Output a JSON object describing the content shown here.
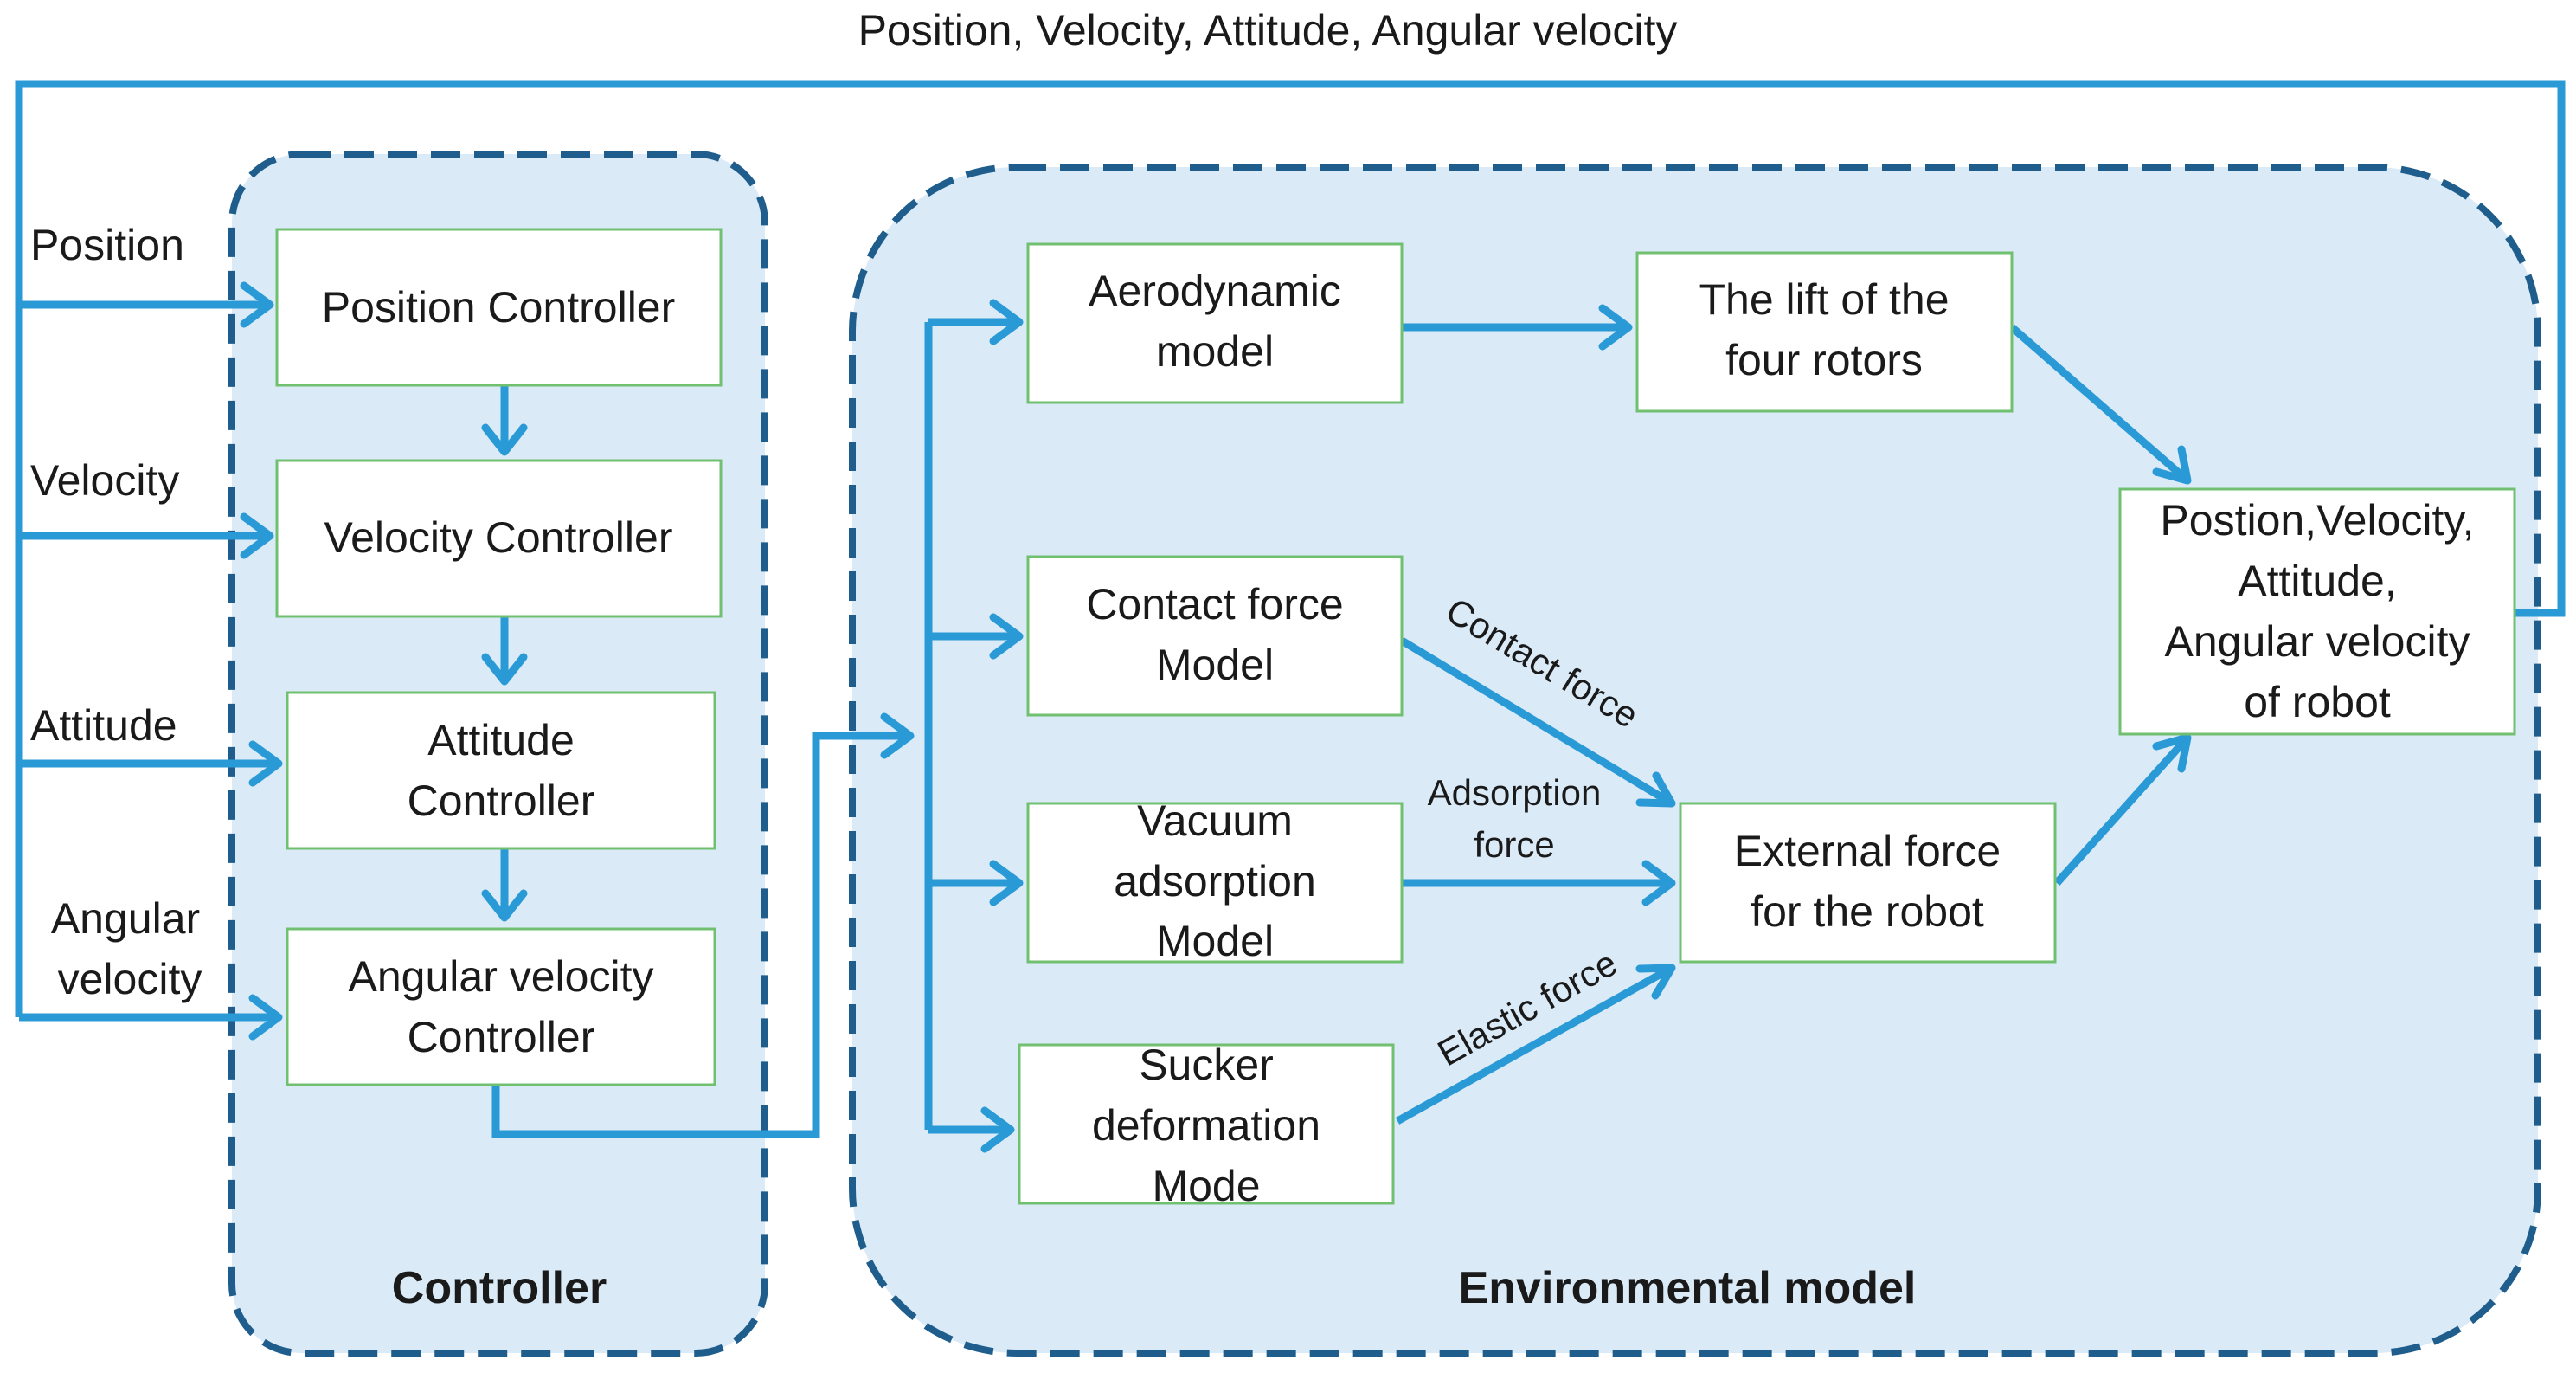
{
  "feedback_label": "Position, Velocity, Attitude, Angular velocity",
  "inputs": {
    "position": "Position",
    "velocity": "Velocity",
    "attitude": "Attitude",
    "angular_velocity_line1": "Angular",
    "angular_velocity_line2": "velocity"
  },
  "controller_group": {
    "title": "Controller",
    "position_controller": "Position Controller",
    "velocity_controller": "Velocity Controller",
    "attitude_controller_line1": "Attitude",
    "attitude_controller_line2": "Controller",
    "angular_velocity_controller_line1": "Angular velocity",
    "angular_velocity_controller_line2": "Controller"
  },
  "environment_group": {
    "title": "Environmental model",
    "aerodynamic_line1": "Aerodynamic",
    "aerodynamic_line2": "model",
    "contact_line1": "Contact force",
    "contact_line2": "Model",
    "vacuum_line1": "Vacuum",
    "vacuum_line2": "adsorption",
    "vacuum_line3": "Model",
    "sucker_line1": "Sucker",
    "sucker_line2": "deformation",
    "sucker_line3": "Mode",
    "lift_line1": "The lift of the",
    "lift_line2": "four rotors",
    "external_line1": "External force",
    "external_line2": "for the robot",
    "state_line1": "Postion,Velocity,",
    "state_line2": "Attitude,",
    "state_line3": "Angular velocity",
    "state_line4": "of robot"
  },
  "edge_labels": {
    "contact_force": "Contact force",
    "adsorption_force_line1": "Adsorption",
    "adsorption_force_line2": "force",
    "elastic_force": "Elastic force"
  }
}
